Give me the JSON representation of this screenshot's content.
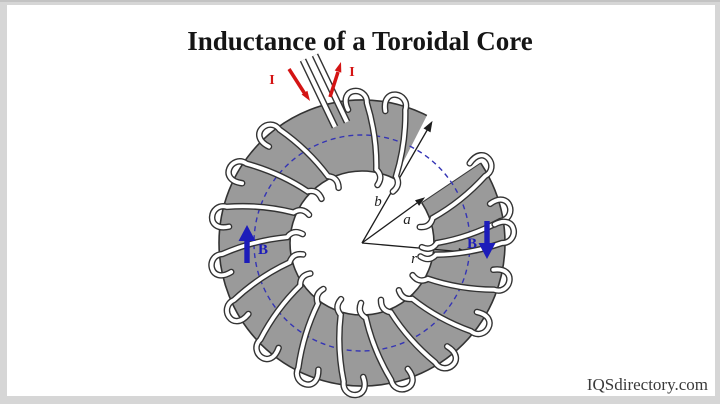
{
  "figure": {
    "title": "Inductance of a Toroidal Core",
    "watermark": "IQSdirectory.com",
    "labels": {
      "outer_radius": "b",
      "inner_radius": "a",
      "field_radius": "r",
      "field_left": "B",
      "field_right": "B",
      "current_in": "I",
      "current_out": "I"
    },
    "colors": {
      "core_gray": "#9a9a9a",
      "outline": "#333333",
      "wire_white": "#ffffff",
      "field_blue": "#1c1cba",
      "dashed_blue": "#3434b4",
      "current_red": "#d41414",
      "title_color": "#151515",
      "watermark_color": "#3a3a3a",
      "frame_gray": "#d6d6d6"
    },
    "winding_count": 17
  }
}
